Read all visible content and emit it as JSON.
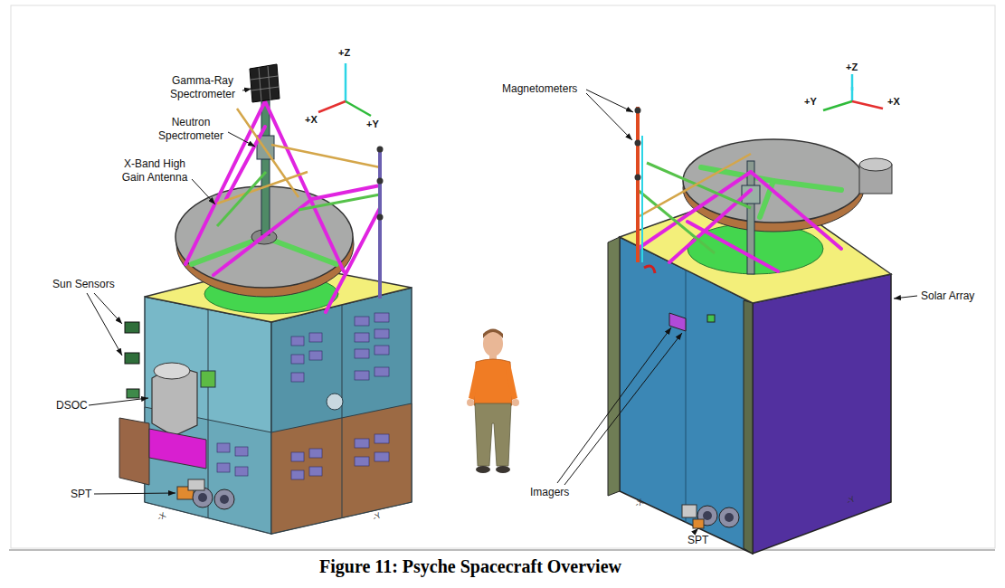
{
  "diagram": {
    "caption": "Figure 11: Psyche Spacecraft Overview",
    "labels": [
      "+Z",
      "+X",
      "+Y",
      "Gamma-Ray Spectrometer",
      "Neutron Spectrometer",
      "X-Band High Gain Antenna",
      "Sun Sensors",
      "DSOC",
      "SPT",
      "-X",
      "-Y",
      "Magnetometers",
      "+Z",
      "+Y",
      "+X",
      "Solar Array",
      "Imagers",
      "SPT",
      "-X",
      "-Y"
    ]
  }
}
